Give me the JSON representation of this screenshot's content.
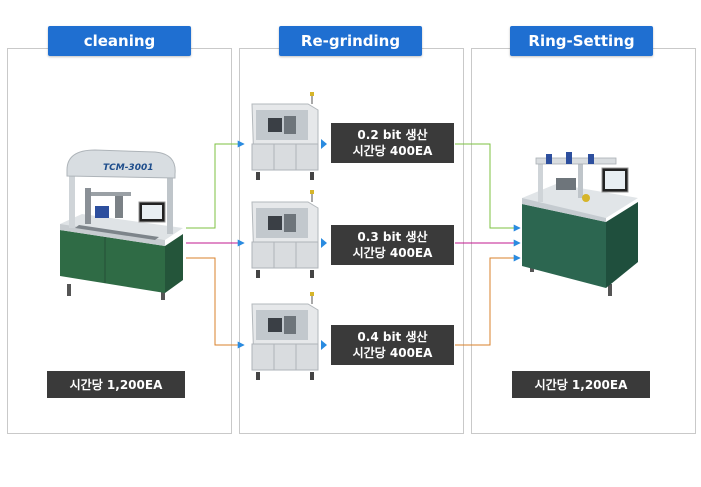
{
  "stages": {
    "cleaning": {
      "title": "cleaning",
      "rate": "시간당 1,200EA",
      "machine_label": "TCM-3001"
    },
    "regrinding": {
      "title": "Re-grinding",
      "machines": [
        {
          "line1": "0.2 bit 생산",
          "line2": "시간당 400EA"
        },
        {
          "line1": "0.3 bit 생산",
          "line2": "시간당 400EA"
        },
        {
          "line1": "0.4 bit 생산",
          "line2": "시간당 400EA"
        }
      ]
    },
    "ringsetting": {
      "title": "Ring-Setting",
      "rate": "시간당 1,200EA"
    }
  },
  "colors": {
    "tab_blue": "#1f6fd1",
    "label_dark": "#3a3a3a",
    "line_green": "#7cc242",
    "line_magenta": "#c2188f",
    "line_orange": "#d9822b",
    "arrow_blue": "#2a8be0",
    "machine_green": "#2f6b45"
  }
}
